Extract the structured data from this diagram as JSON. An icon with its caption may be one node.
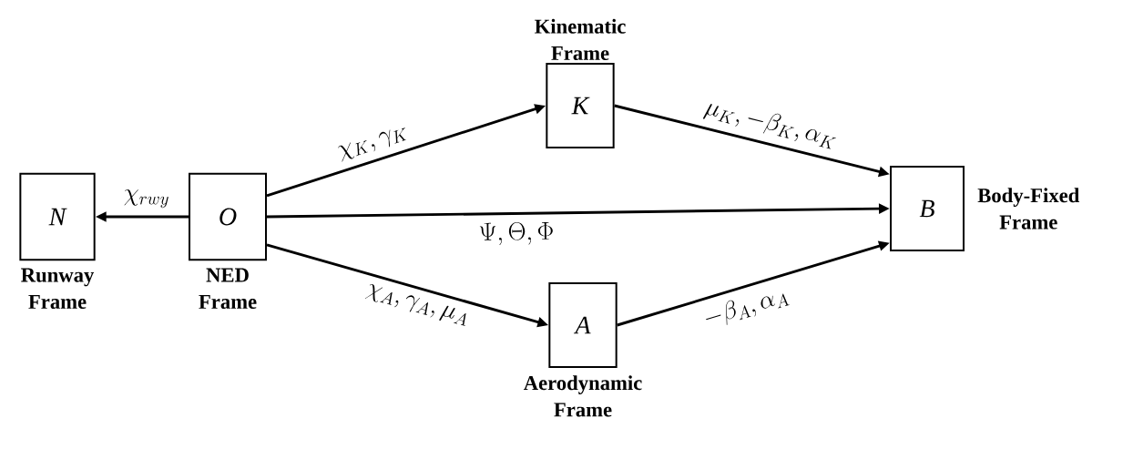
{
  "diagram": {
    "nodes": [
      {
        "text": [
          "N"
        ],
        "beside": [
          "Runway Frame"
        ]
      },
      {
        "text": [
          "O"
        ],
        "beside": [
          "NED Frame"
        ]
      },
      {
        "text": [
          "K"
        ],
        "beside": [
          "Kinematic Frame"
        ]
      },
      {
        "text": [
          "A"
        ],
        "beside": [
          "Aerodynamic Frame"
        ]
      },
      {
        "text": [
          "B"
        ],
        "beside": [
          "Body-Fixed Frame"
        ]
      }
    ],
    "edges": [
      {
        "from": 1,
        "to": 0,
        "arrow": "to",
        "label": "\\chi_{rwy}"
      },
      {
        "from": 1,
        "to": 2,
        "arrow": "to",
        "label": "\\chi_K, \\gamma_K"
      },
      {
        "from": 2,
        "to": 4,
        "arrow": "to",
        "label": "\\mu_K, -\\beta_K, \\alpha_K"
      },
      {
        "from": 1,
        "to": 4,
        "arrow": "to",
        "label": "\\Psi, \\Theta, \\Phi"
      },
      {
        "from": 1,
        "to": 3,
        "arrow": "to",
        "label": "\\chi_A, \\gamma_A, \\mu_A"
      },
      {
        "from": 3,
        "to": 4,
        "arrow": "to",
        "label": "-\\beta_A, \\alpha_A"
      }
    ]
  }
}
